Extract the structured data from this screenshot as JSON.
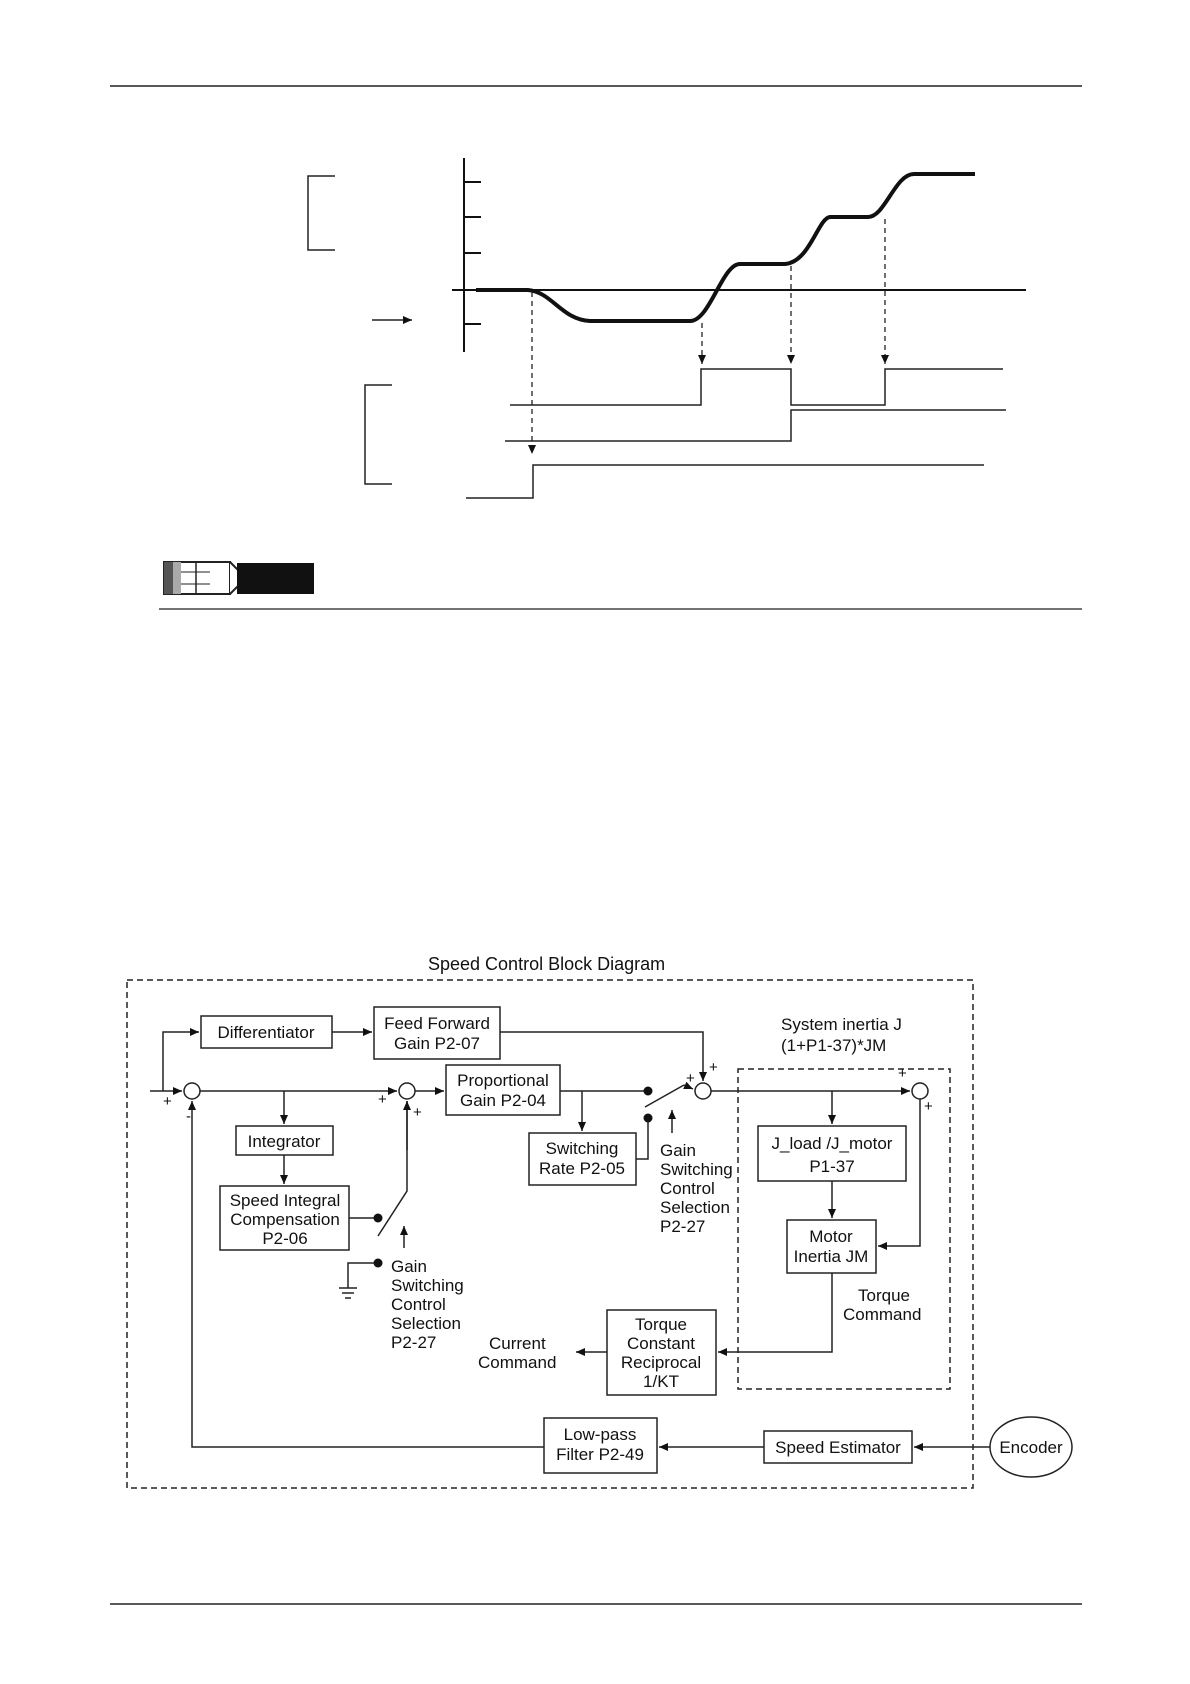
{
  "diagram_title": "Speed Control Block Diagram",
  "blocks": {
    "differentiator": "Differentiator",
    "feed_forward_1": "Feed Forward",
    "feed_forward_2": "Gain P2-07",
    "integrator": "Integrator",
    "speed_integral_1": "Speed Integral",
    "speed_integral_2": "Compensation",
    "speed_integral_3": "P2-06",
    "proportional_1": "Proportional",
    "proportional_2": "Gain P2-04",
    "switching_rate_1": "Switching",
    "switching_rate_2": "Rate P2-05",
    "jload_1": "J_load /J_motor",
    "jload_2": "P1-37",
    "motor_inertia_1": "Motor",
    "motor_inertia_2": "Inertia JM",
    "torque_const_1": "Torque",
    "torque_const_2": "Constant",
    "torque_const_3": "Reciprocal",
    "torque_const_4": "1/KT",
    "lowpass_1": "Low-pass",
    "lowpass_2": "Filter P2-49",
    "speed_estimator": "Speed Estimator",
    "encoder": "Encoder"
  },
  "labels": {
    "system_inertia_1": "System inertia J",
    "system_inertia_2": "(1+P1-37)*JM",
    "gain_switch_a": [
      "Gain",
      "Switching",
      "Control",
      "Selection",
      "P2-27"
    ],
    "gain_switch_b": [
      "Gain",
      "Switching",
      "Control",
      "Selection",
      "P2-27"
    ],
    "torque_command_1": "Torque",
    "torque_command_2": "Command",
    "current_command_1": "Current",
    "current_command_2": "Command"
  },
  "signs": {
    "plus": "+",
    "minus": "-"
  }
}
